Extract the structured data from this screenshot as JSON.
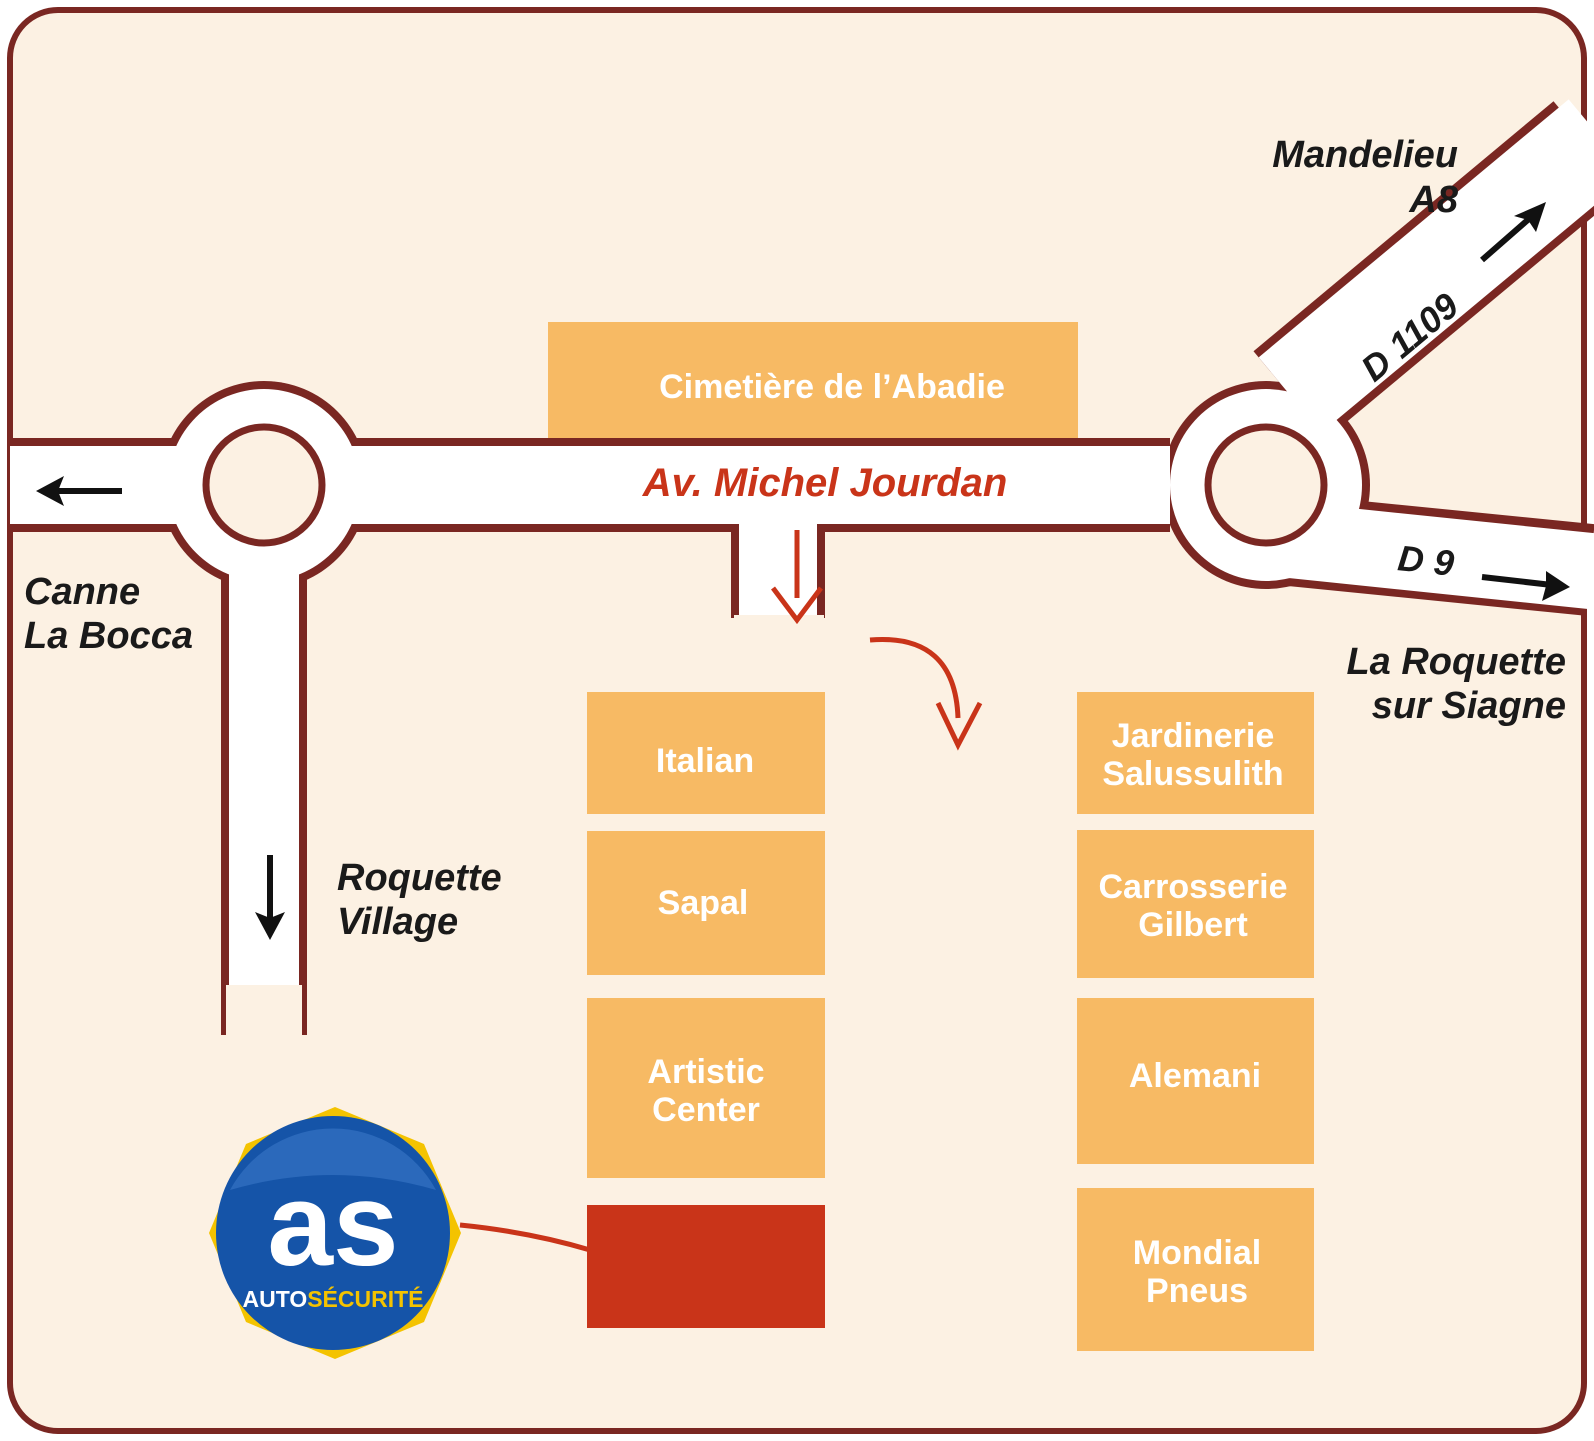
{
  "colors": {
    "background": "#fcf1e3",
    "frame": "#7a2722",
    "road": "#ffffff",
    "block": "#f7ba64",
    "highlight": "#c93419",
    "label_dark": "#1a1a1a",
    "label_red": "#c93419"
  },
  "streets": {
    "main": "Av. Michel Jourdan",
    "d1109": "D 1109",
    "d9": "D 9"
  },
  "destinations": {
    "mandelieu_line1": "Mandelieu",
    "mandelieu_line2": "A8",
    "canne_line1": "Canne",
    "canne_line2": "La Bocca",
    "roquette_line1": "La Roquette",
    "roquette_line2": "sur Siagne",
    "village_line1": "Roquette",
    "village_line2": "Village"
  },
  "landmarks": {
    "cemetery": "Cimetière de l’Abadie",
    "italian": "Italian",
    "sapal": "Sapal",
    "artistic_line1": "Artistic",
    "artistic_line2": "Center",
    "jardinerie_line1": "Jardinerie",
    "jardinerie_line2": "Salussulith",
    "carrosserie_line1": "Carrosserie",
    "carrosserie_line2": "Gilbert",
    "alemani": "Alemani",
    "mondial_line1": "Mondial",
    "mondial_line2": "Pneus"
  },
  "logo": {
    "mark": "as",
    "word_part1": "AUTO",
    "word_part2": "SÉCURITÉ",
    "blue": "#1554a8",
    "yellow": "#f4c300",
    "gray": "#8c8c8c"
  }
}
